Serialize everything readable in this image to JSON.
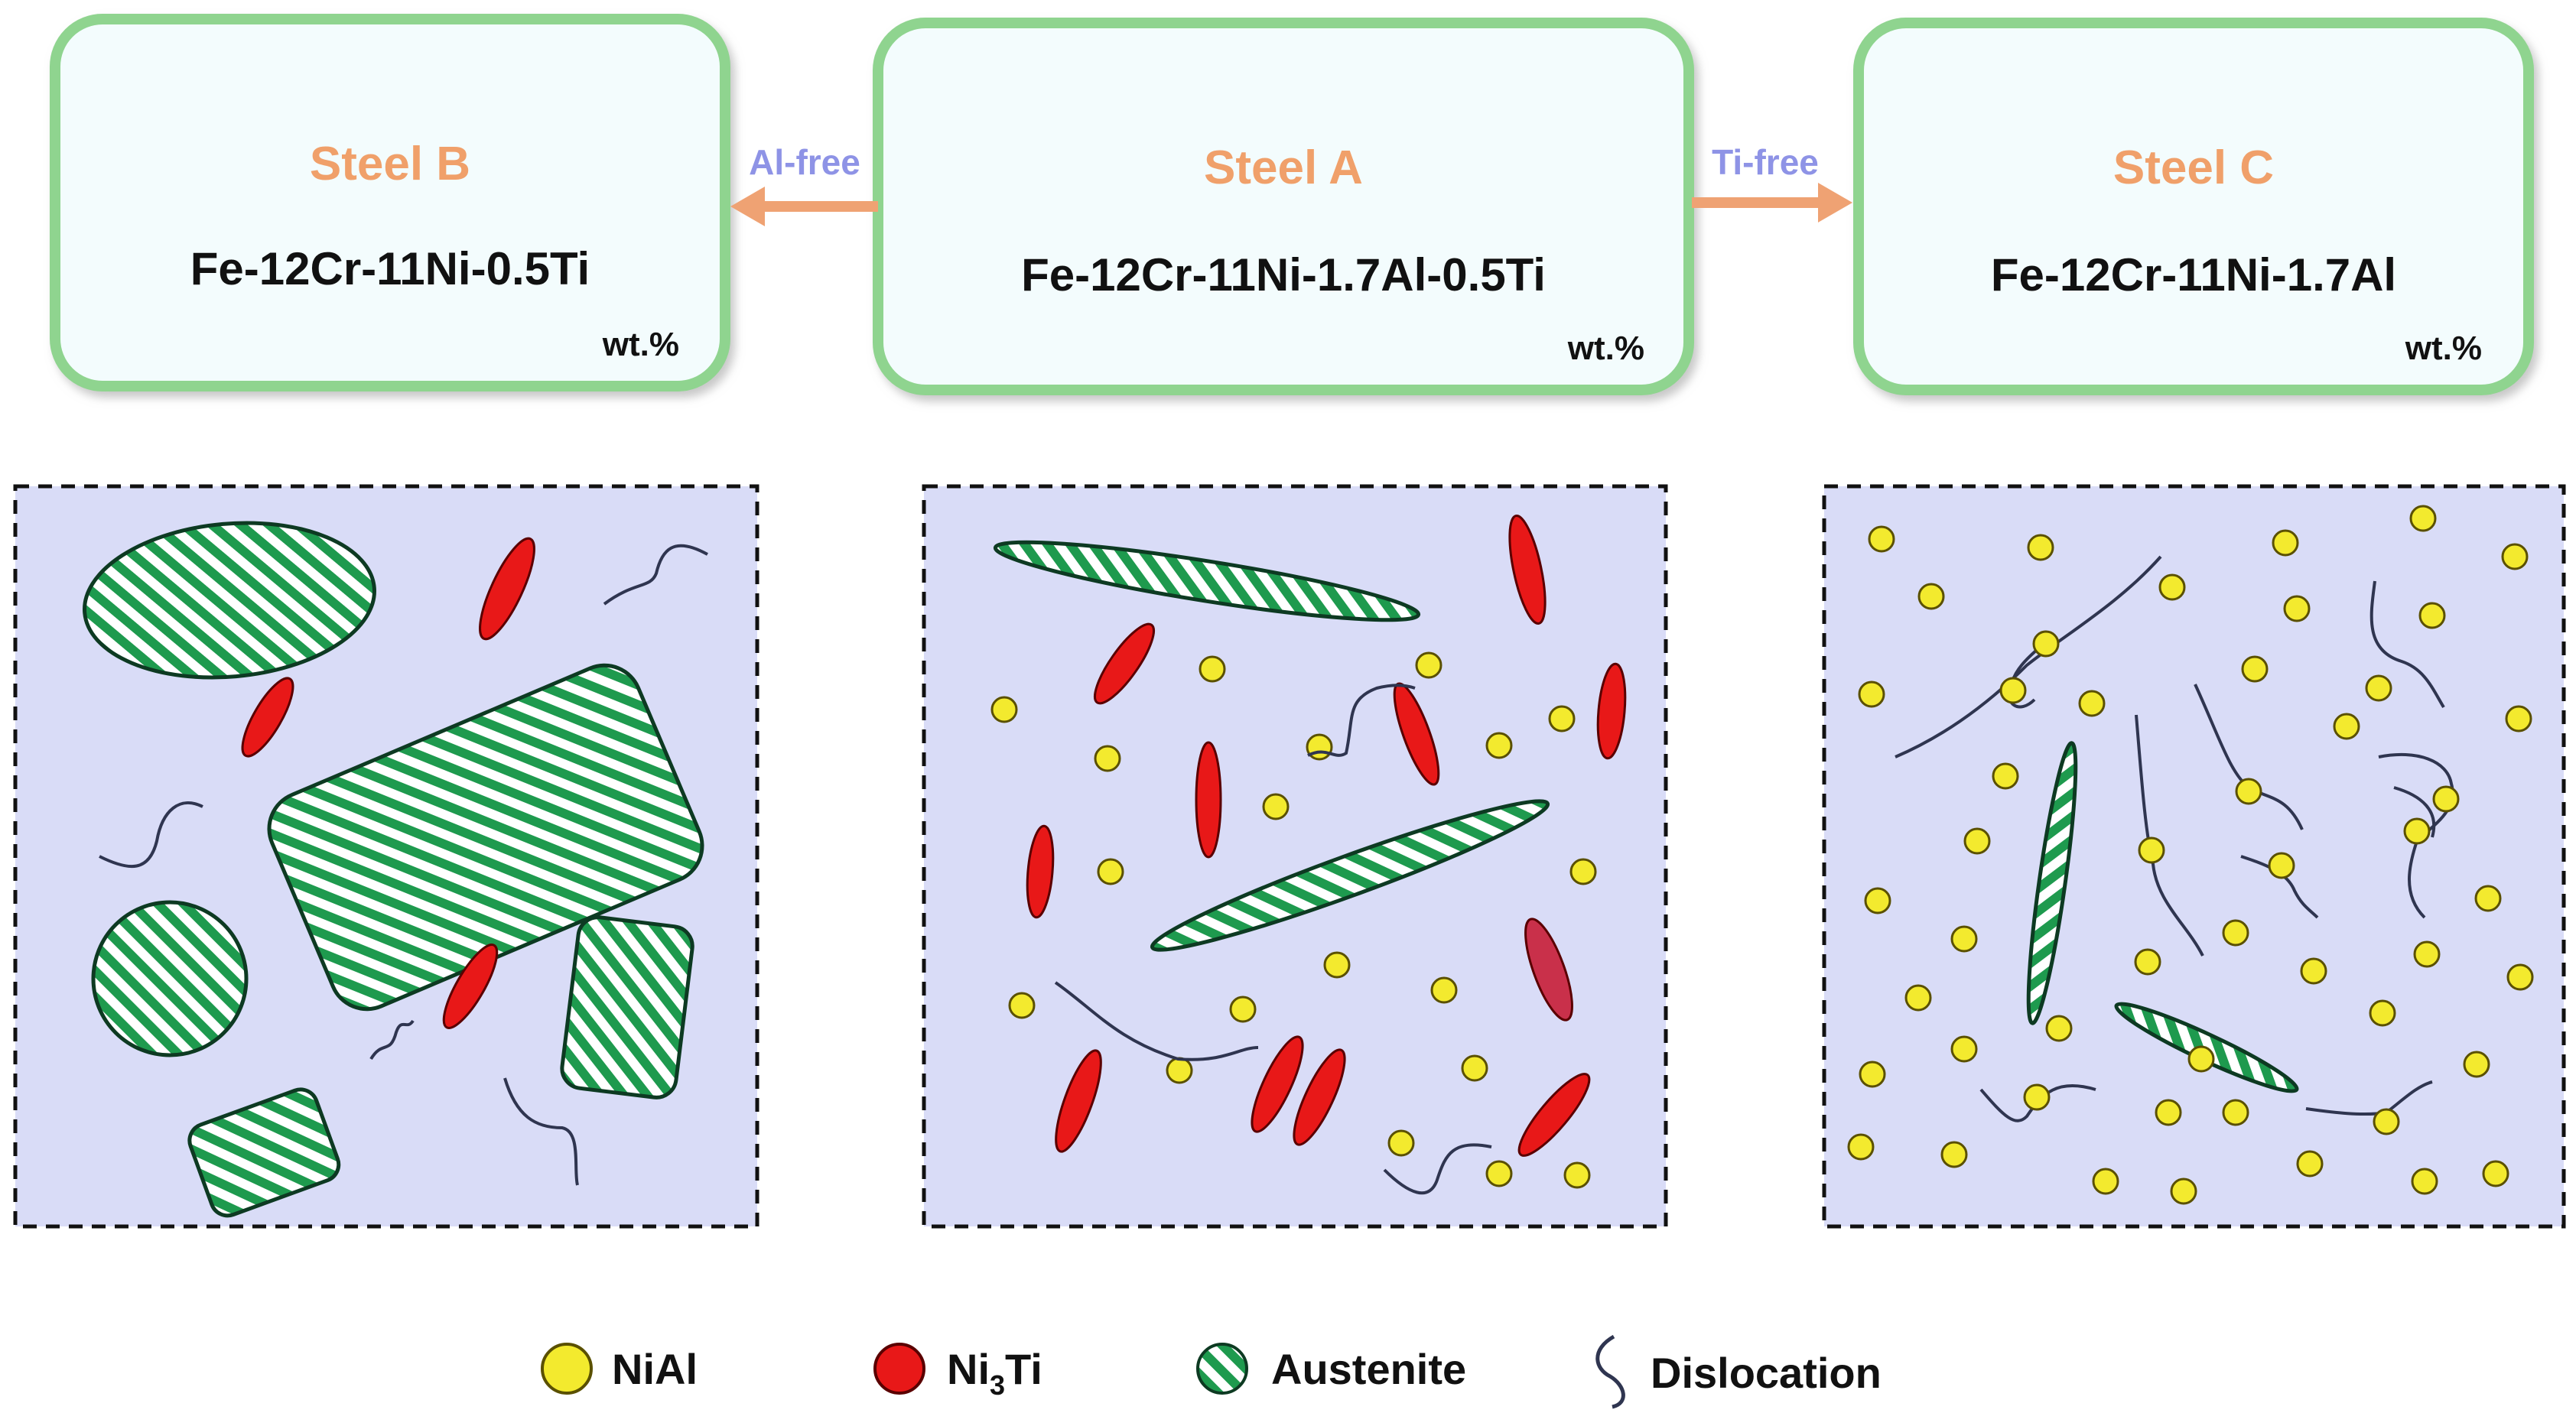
{
  "colors": {
    "steel_name": "#F0A06A",
    "arrow": "#EFA273",
    "arrow_label": "#8E93E6",
    "box_border": "#8FD48F",
    "box_fill": "#F3FCFD",
    "panel_fill": "#D9DCF7",
    "nial": "#F3EA2E",
    "ni3ti": "#E81818",
    "austenite_stripe": "#1E9A4E",
    "dislocation": "#2F3550"
  },
  "boxes": [
    {
      "id": "steel-b",
      "name": "Steel B",
      "composition": "Fe-12Cr-11Ni-0.5Ti",
      "unit": "wt.%"
    },
    {
      "id": "steel-a",
      "name": "Steel A",
      "composition": "Fe-12Cr-11Ni-1.7Al-0.5Ti",
      "unit": "wt.%"
    },
    {
      "id": "steel-c",
      "name": "Steel C",
      "composition": "Fe-12Cr-11Ni-1.7Al",
      "unit": "wt.%"
    }
  ],
  "arrows": [
    {
      "label": "Al-free",
      "from": "Steel A",
      "to": "Steel B"
    },
    {
      "label": "Ti-free",
      "from": "Steel A",
      "to": "Steel C"
    }
  ],
  "legend": {
    "nial": "NiAl",
    "ni3ti_base": "Ni",
    "ni3ti_sub": "3",
    "ni3ti_tail": "Ti",
    "austenite": "Austenite",
    "dislocation": "Dislocation"
  }
}
